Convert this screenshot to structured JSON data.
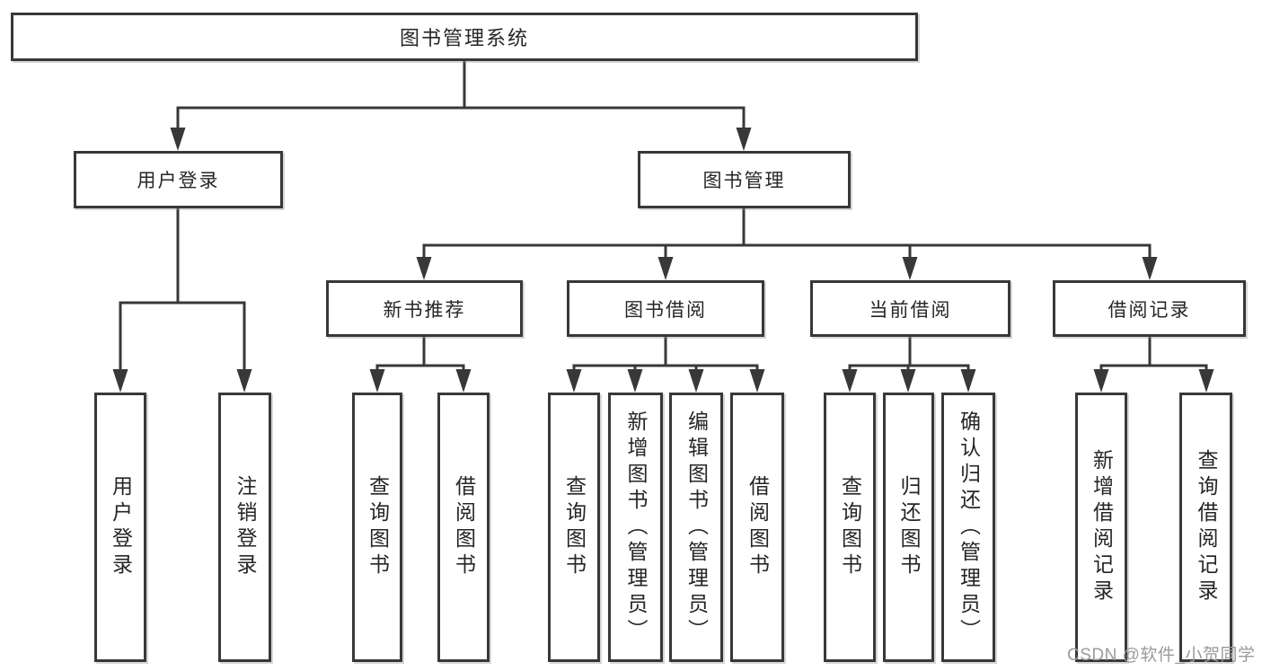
{
  "diagram": {
    "type": "hierarchy-tree",
    "style": {
      "line_color": "#383838",
      "box_border_color": "#383838",
      "text_color": "#262626",
      "watermark_color": "#9b9b9b",
      "background": "#ffffff"
    },
    "tree": {
      "label": "图书管理系统",
      "children": [
        {
          "label": "用户登录",
          "children": [
            {
              "label": "用户登录"
            },
            {
              "label": "注销登录"
            }
          ]
        },
        {
          "label": "图书管理",
          "children": [
            {
              "label": "新书推荐",
              "children": [
                {
                  "label": "查询图书"
                },
                {
                  "label": "借阅图书"
                }
              ]
            },
            {
              "label": "图书借阅",
              "children": [
                {
                  "label": "查询图书"
                },
                {
                  "label": "新增图书（管理员）"
                },
                {
                  "label": "编辑图书（管理员）"
                },
                {
                  "label": "借阅图书"
                }
              ]
            },
            {
              "label": "当前借阅",
              "children": [
                {
                  "label": "查询图书"
                },
                {
                  "label": "归还图书"
                },
                {
                  "label": "确认归还（管理员）"
                }
              ]
            },
            {
              "label": "借阅记录",
              "children": [
                {
                  "label": "新增借阅记录"
                },
                {
                  "label": "查询借阅记录"
                }
              ]
            }
          ]
        }
      ]
    },
    "watermark": "CSDN @软件_小贺同学"
  }
}
